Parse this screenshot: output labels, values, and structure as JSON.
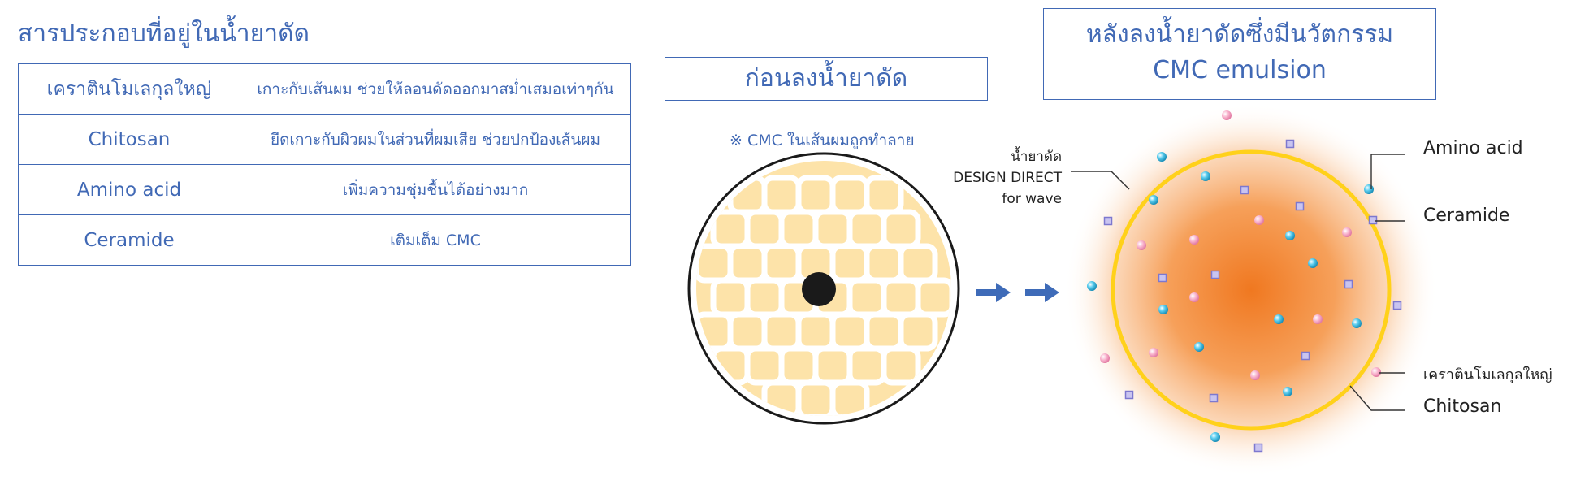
{
  "title": "สารประกอบที่อยู่ในน้ำยาดัด",
  "table": [
    {
      "name": "เคราตินโมเลกุลใหญ่",
      "desc": "เกาะกับเส้นผม ช่วยให้ลอนดัดออกมาสม่ำเสมอเท่าๆกัน"
    },
    {
      "name": "Chitosan",
      "desc": "ยึดเกาะกับผิวผมในส่วนที่ผมเสีย ช่วยปกป้องเส้นผม"
    },
    {
      "name": "Amino acid",
      "desc": "เพิ่มความชุ่มชื้นได้อย่างมาก"
    },
    {
      "name": "Ceramide",
      "desc": "เติมเต็ม CMC"
    }
  ],
  "before": {
    "title": "ก่อนลงน้ำยาดัด",
    "note": "※ CMC ในเส้นผมถูกทำลาย"
  },
  "after": {
    "title_line1": "หลังลงน้ำยาดัดซึ่งมีนวัตกรรม",
    "title_line2": "CMC emulsion"
  },
  "product_label": {
    "line1": "น้ำยาดัด",
    "line2": "DESIGN DIRECT",
    "line3": "for wave"
  },
  "legend": {
    "amino": "Amino acid",
    "ceramide": "Ceramide",
    "keratin": "เคราตินโมเลกุลใหญ่",
    "chitosan": "Chitosan"
  },
  "colors": {
    "accent": "#4169b5",
    "cell_fill": "#fde3a9",
    "orange_core": "#f07820",
    "yellow_ring": "#ffd11a",
    "amino_dot": "#2ab0d8",
    "keratin_dot": "#f6a0c0",
    "ceramide_dot": "#8e88d8"
  }
}
